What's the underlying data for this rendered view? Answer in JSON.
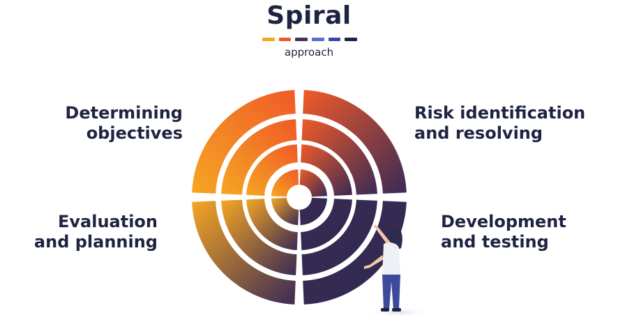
{
  "header": {
    "title": "Spiral",
    "subtitle": "approach",
    "dash_colors": [
      "#f5a623",
      "#f05a28",
      "#4a2f5c",
      "#5a6fd1",
      "#3249a8",
      "#1f2342"
    ]
  },
  "quadrants": {
    "top_left": {
      "line1": "Determining",
      "line2": "objectives"
    },
    "top_right": {
      "line1": "Risk identification",
      "line2": "and resolving"
    },
    "bottom_left": {
      "line1": "Evaluation",
      "line2": "and planning"
    },
    "bottom_right": {
      "line1": "Development",
      "line2": "and testing"
    }
  },
  "colors": {
    "text": "#1f2342",
    "orange": "#f05a28",
    "amber": "#f5a623",
    "plum": "#4a2f5c",
    "navy": "#2f2a4f"
  },
  "figure": {
    "icon": "person-pointing-icon"
  }
}
